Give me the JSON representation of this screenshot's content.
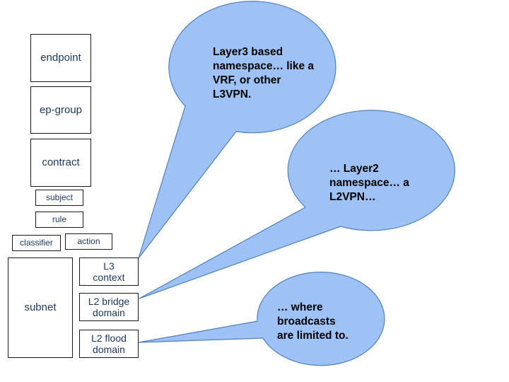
{
  "colors": {
    "bubble_fill": "#9ec2f5",
    "bubble_stroke": "#4f81bd",
    "box_text": "#1f3864"
  },
  "boxes": {
    "endpoint": "endpoint",
    "ep_group": "ep-group",
    "contract": "contract",
    "subject": "subject",
    "rule": "rule",
    "classifier": "classifier",
    "action": "action",
    "subnet": "subnet",
    "l3_context": "L3\ncontext",
    "l2_bridge_domain": "L2 bridge\ndomain",
    "l2_flood_domain": "L2 flood\ndomain"
  },
  "callouts": {
    "l3": "Layer3 based\nnamespace… like a\nVRF, or other\nL3VPN.",
    "l2": "… Layer2\nnamespace… a\nL2VPN…",
    "flood": "… where\nbroadcasts\nare limited to."
  }
}
